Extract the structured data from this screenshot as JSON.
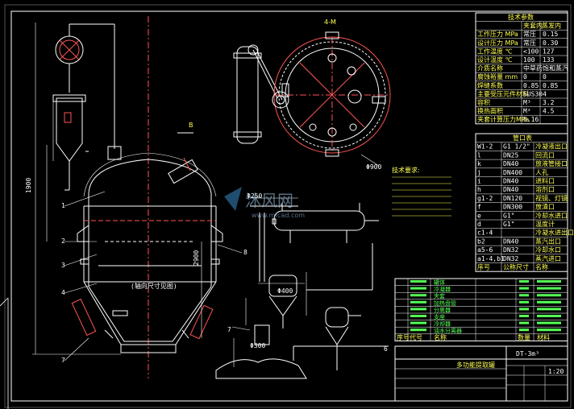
{
  "spec_table": {
    "title": "技术参数",
    "headers": [
      "",
      "夹套内",
      "蒸发内"
    ],
    "rows": [
      [
        "工作压力 MPa",
        "常压",
        "0.15"
      ],
      [
        "设计压力 MPa",
        "常压",
        "0.30"
      ],
      [
        "工作温度 ℃",
        "<100",
        "127"
      ],
      [
        "设计温度 ℃",
        "100",
        "133"
      ],
      [
        "介质名称",
        "中草药",
        "饱和蒸汽"
      ],
      [
        "腐蚀裕量 mm",
        "0",
        "0"
      ],
      [
        "焊缝系数",
        "0.85",
        "0.85"
      ],
      [
        "主要受压元件材料",
        "SUS304",
        ""
      ],
      [
        "容积",
        "M³",
        "3.2"
      ],
      [
        "换热面积",
        "M²",
        "4.5"
      ],
      [
        "夹套计算压力MPa",
        "0.16",
        ""
      ]
    ]
  },
  "nozzle_table": {
    "title": "管口表",
    "rows": [
      [
        "W1-2",
        "G1 1/2\"",
        "冷凝液出口"
      ],
      [
        "l",
        "DN25",
        "回流口"
      ],
      [
        "k",
        "DN40",
        "放液管接口"
      ],
      [
        "j",
        "DN400",
        "人孔"
      ],
      [
        "i",
        "DN40",
        "进料口"
      ],
      [
        "h",
        "DN40",
        "溶剂口"
      ],
      [
        "g1-2",
        "DN120",
        "视镜、灯镜"
      ],
      [
        "f",
        "DN300",
        "放渣口"
      ],
      [
        "e",
        "G1\"",
        "冷却水进口"
      ],
      [
        "d",
        "G1\"",
        "温度计"
      ],
      [
        "c1-4",
        "",
        "冷凝水进出口"
      ],
      [
        "b2",
        "DN40",
        "蒸汽出口"
      ],
      [
        "a5-6",
        "DN32",
        "冷却水口"
      ],
      [
        "a1-4,b1",
        "DN32",
        "蒸汽进口"
      ]
    ],
    "footer": [
      "序号",
      "公称尺寸",
      "名称"
    ]
  },
  "parts_list": {
    "rows": [
      "罐体",
      "冷凝器",
      "夹套",
      "加热盘管",
      "分离器",
      "支座",
      "冷却器",
      "油水分离器"
    ],
    "header": [
      "序号",
      "代号",
      "名称",
      "数量",
      "材料"
    ]
  },
  "title_block": {
    "title": "多功能提取罐",
    "drawing_no": "DT-3m³",
    "scale": "1:20"
  },
  "dimensions": {
    "d400": "Φ400",
    "d300": "Φ300",
    "d250": "Φ250",
    "vert_a": "1900",
    "vert_b": "2900",
    "top_view": "4-M",
    "b_view": "B"
  },
  "notes_title": "技术要求:",
  "watermark": {
    "brand": "沐风网",
    "url": "www.mfcad.com"
  }
}
